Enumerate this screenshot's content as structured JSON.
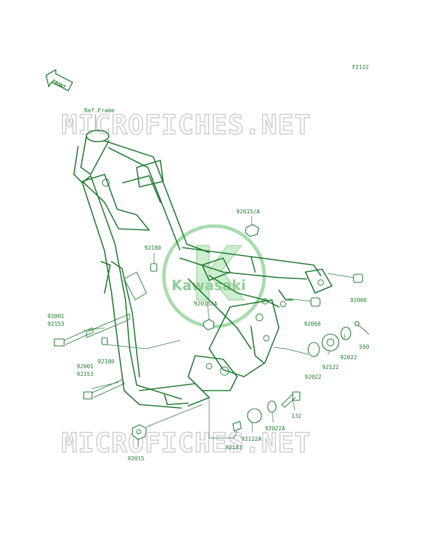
{
  "figure_code": "F2122",
  "front_label": "FRONT",
  "ref_frame_label": "Ref.Frame",
  "watermark_text": "MICROFICHES.NET",
  "logo_text": "Kawasaki",
  "colors": {
    "line": "#1f7a2e",
    "watermark": "#cfcfcf",
    "logo": "#8fcf96"
  },
  "part_labels": {
    "p92015A_top": "92015/A",
    "p92180_top": "92180",
    "p92015A_mid": "92015/A",
    "p92066_right": "92066",
    "p92066_mid": "92066",
    "p92001_a": "92001",
    "p92153_a": "92153",
    "p92180_low": "92180",
    "p550": "550",
    "p92022_right": "92022",
    "p92122": "92122",
    "p92022_left": "92022",
    "p92001_b": "92001",
    "p92153_b": "92153",
    "p132": "132",
    "p92022A": "92022A",
    "p92122A": "92122A",
    "p92143": "92143",
    "p92015": "92015"
  }
}
